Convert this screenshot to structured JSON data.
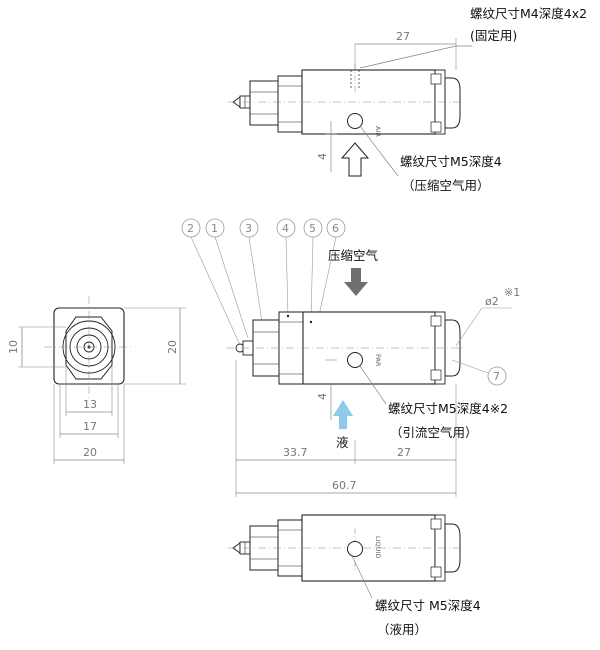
{
  "top_view": {
    "note_line1": "螺纹尺寸M4深度4x2",
    "note_line2": "(固定用)",
    "dim_width": "27",
    "dim_offset": "4",
    "port_tag": "AIR",
    "port_note_line1": "螺纹尺寸M5深度4",
    "port_note_line2": "（压缩空气用）"
  },
  "main_view": {
    "callouts": [
      "2",
      "1",
      "3",
      "4",
      "5",
      "6",
      "7"
    ],
    "inlet_label": "压缩空气",
    "liquid_label": "液",
    "dia_label": "ø2",
    "note_mark": "※1",
    "port_tag": "PAR",
    "port_note_line1": "螺纹尺寸M5深度4※2",
    "port_note_line2": "（引流空气用）",
    "dim_offset": "4",
    "dim_left": "33.7",
    "dim_right": "27",
    "dim_total": "60.7"
  },
  "end_view": {
    "dim_height_left": "10",
    "dim_height_right": "20",
    "dim_hex": "13",
    "dim_inner": "17",
    "dim_width": "20"
  },
  "bottom_view": {
    "port_tag": "LIQUID",
    "port_note_line1": "螺纹尺寸 M5深度4",
    "port_note_line2": "（液用）"
  },
  "colors": {
    "line": "#222222",
    "dimension": "#8a8a8a",
    "arrow_gray": "#707070",
    "arrow_blue": "#8ecbea"
  }
}
